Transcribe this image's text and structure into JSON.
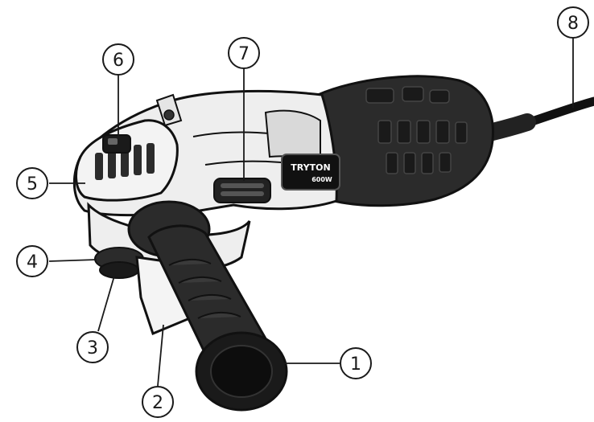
{
  "brand": {
    "name": "TRYTON",
    "power": "600W"
  },
  "callouts": [
    {
      "id": "1",
      "label": "1"
    },
    {
      "id": "2",
      "label": "2"
    },
    {
      "id": "3",
      "label": "3"
    },
    {
      "id": "4",
      "label": "4"
    },
    {
      "id": "5",
      "label": "5"
    },
    {
      "id": "6",
      "label": "6"
    },
    {
      "id": "7",
      "label": "7"
    },
    {
      "id": "8",
      "label": "8"
    }
  ],
  "colors": {
    "body_dark": "#2b2b2b",
    "body_light": "#eeeeee",
    "outline": "#111111",
    "line": "#1a1a1a"
  }
}
